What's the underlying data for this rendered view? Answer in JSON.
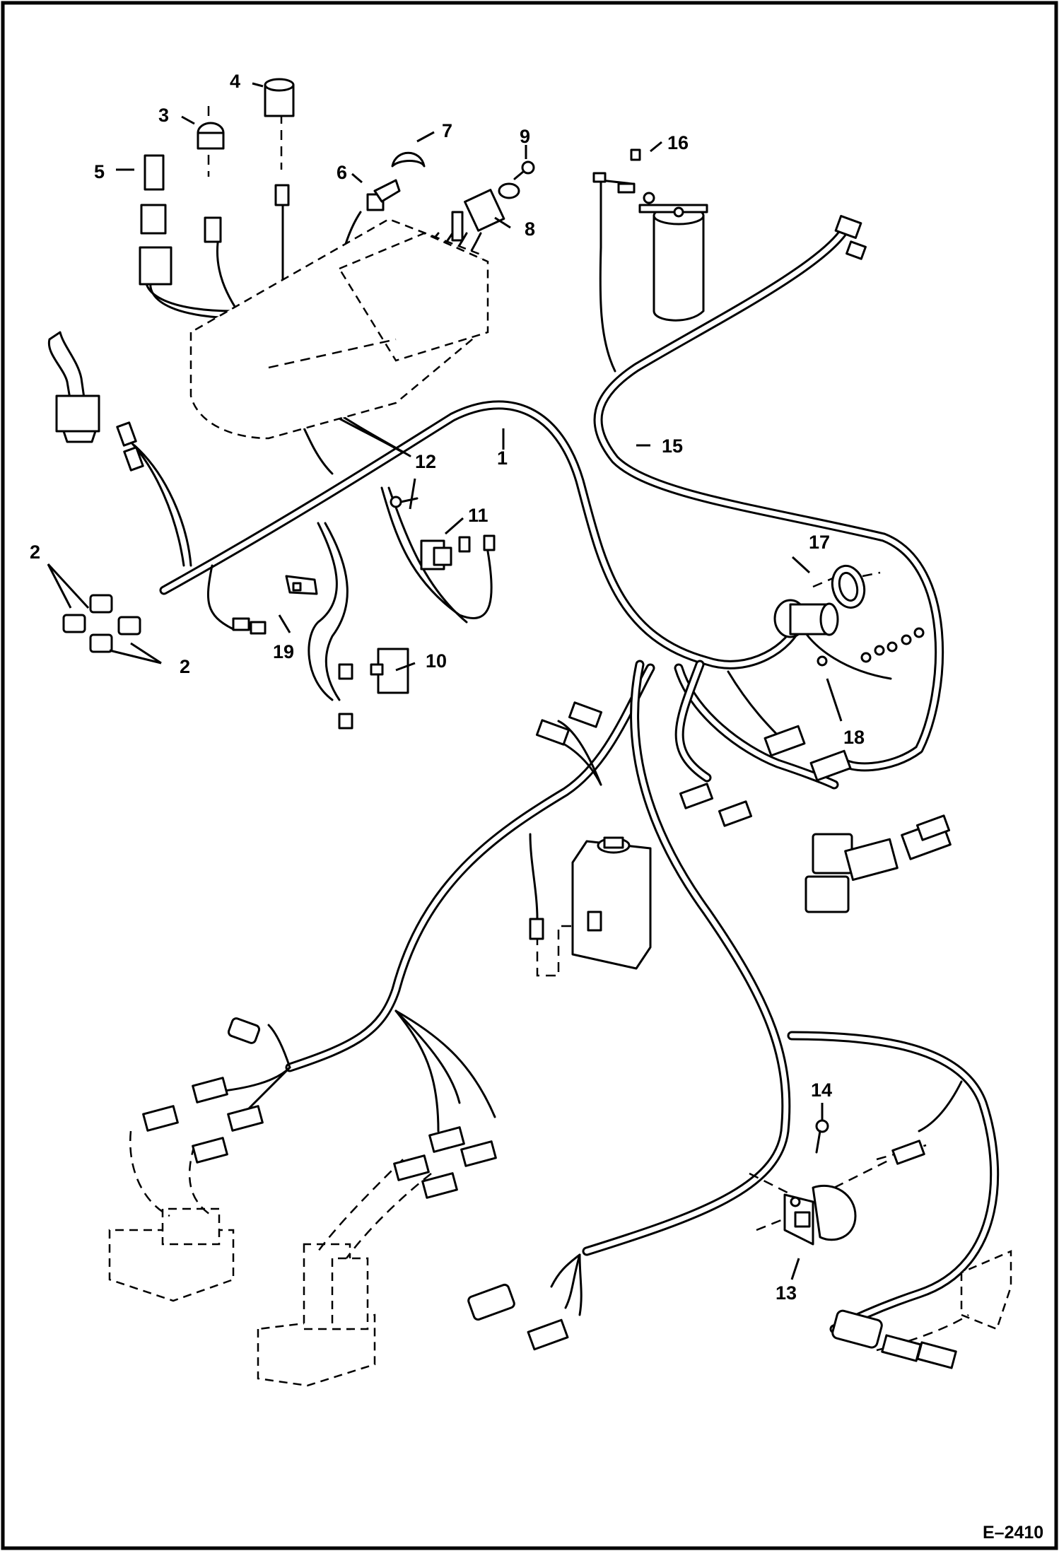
{
  "figure_code": "E–2410",
  "callouts": [
    {
      "id": "c1",
      "label": "1"
    },
    {
      "id": "c2a",
      "label": "2"
    },
    {
      "id": "c2b",
      "label": "2"
    },
    {
      "id": "c3",
      "label": "3"
    },
    {
      "id": "c4",
      "label": "4"
    },
    {
      "id": "c5",
      "label": "5"
    },
    {
      "id": "c6",
      "label": "6"
    },
    {
      "id": "c7",
      "label": "7"
    },
    {
      "id": "c8",
      "label": "8"
    },
    {
      "id": "c9",
      "label": "9"
    },
    {
      "id": "c10",
      "label": "10"
    },
    {
      "id": "c11",
      "label": "11"
    },
    {
      "id": "c12",
      "label": "12"
    },
    {
      "id": "c13",
      "label": "13"
    },
    {
      "id": "c14",
      "label": "14"
    },
    {
      "id": "c15",
      "label": "15"
    },
    {
      "id": "c16",
      "label": "16"
    },
    {
      "id": "c17",
      "label": "17"
    },
    {
      "id": "c18",
      "label": "18"
    },
    {
      "id": "c19",
      "label": "19"
    }
  ]
}
